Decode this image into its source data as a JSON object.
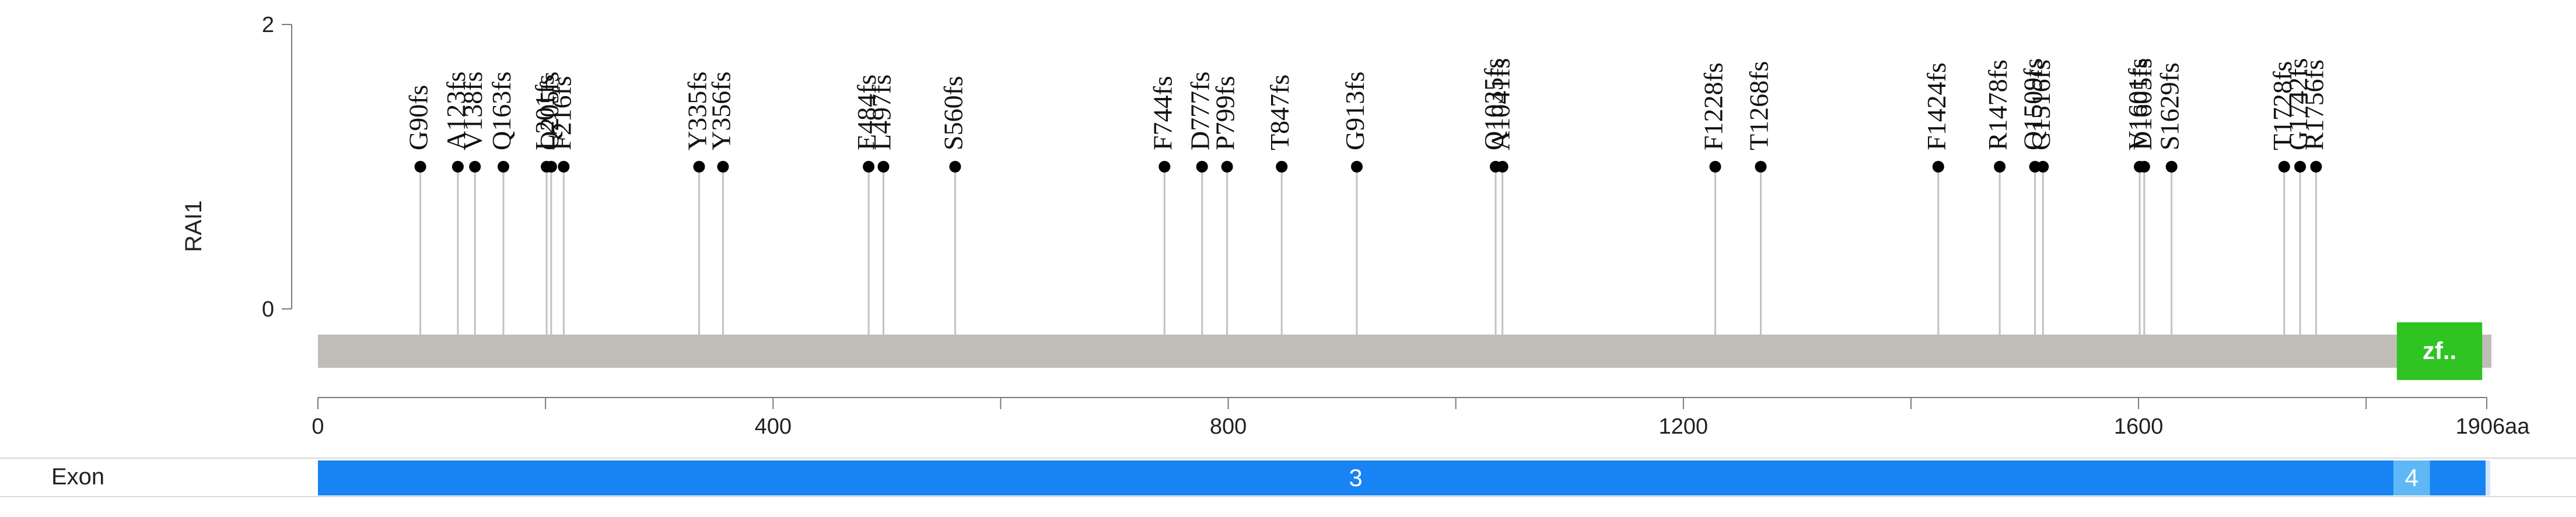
{
  "chart_data": {
    "type": "lollipop",
    "gene": "RAI1",
    "protein_length": 1906,
    "x_unit": "aa",
    "x_ticks": [
      0,
      400,
      800,
      1200,
      1600
    ],
    "x_end_label": "1906aa",
    "y_ticks": [
      0,
      2
    ],
    "ylim": [
      0,
      2
    ],
    "mutations": [
      {
        "label": "G90fs",
        "pos": 90,
        "count": 1
      },
      {
        "label": "A123fs",
        "pos": 123,
        "count": 1
      },
      {
        "label": "V138fs",
        "pos": 138,
        "count": 1
      },
      {
        "label": "Q163fs",
        "pos": 163,
        "count": 1
      },
      {
        "label": "L201fs",
        "pos": 201,
        "count": 1
      },
      {
        "label": "Q205fs",
        "pos": 205,
        "count": 1
      },
      {
        "label": "F216fs",
        "pos": 216,
        "count": 1
      },
      {
        "label": "Y335fs",
        "pos": 335,
        "count": 1
      },
      {
        "label": "Y356fs",
        "pos": 356,
        "count": 1
      },
      {
        "label": "E484fs",
        "pos": 484,
        "count": 1
      },
      {
        "label": "L497fs",
        "pos": 497,
        "count": 1
      },
      {
        "label": "S560fs",
        "pos": 560,
        "count": 1
      },
      {
        "label": "F744fs",
        "pos": 744,
        "count": 1
      },
      {
        "label": "D777fs",
        "pos": 777,
        "count": 1
      },
      {
        "label": "P799fs",
        "pos": 799,
        "count": 1
      },
      {
        "label": "T847fs",
        "pos": 847,
        "count": 1
      },
      {
        "label": "G913fs",
        "pos": 913,
        "count": 1
      },
      {
        "label": "Q1035fs",
        "pos": 1035,
        "count": 1
      },
      {
        "label": "A1041fs",
        "pos": 1041,
        "count": 1
      },
      {
        "label": "F1228fs",
        "pos": 1228,
        "count": 1
      },
      {
        "label": "T1268fs",
        "pos": 1268,
        "count": 1
      },
      {
        "label": "F1424fs",
        "pos": 1424,
        "count": 1
      },
      {
        "label": "R1478fs",
        "pos": 1478,
        "count": 1
      },
      {
        "label": "Q1509fs",
        "pos": 1509,
        "count": 1
      },
      {
        "label": "C1516fs",
        "pos": 1516,
        "count": 1
      },
      {
        "label": "V1601fs",
        "pos": 1601,
        "count": 1
      },
      {
        "label": "D1605fs",
        "pos": 1605,
        "count": 1
      },
      {
        "label": "S1629fs",
        "pos": 1629,
        "count": 1
      },
      {
        "label": "T1728fs",
        "pos": 1728,
        "count": 1
      },
      {
        "label": "G1742fs",
        "pos": 1742,
        "count": 1
      },
      {
        "label": "R1756fs",
        "pos": 1756,
        "count": 1
      }
    ],
    "domains": [
      {
        "label": "zf..",
        "start": 1827,
        "end": 1902,
        "color": "#2fc421"
      }
    ],
    "exon_track": {
      "label": "Exon",
      "exons": [
        {
          "label": "3",
          "start": 0,
          "end": 1824,
          "color": "#1883f2"
        },
        {
          "label": "4",
          "start": 1824,
          "end": 1856,
          "color": "#5fb8f5"
        },
        {
          "label": "",
          "start": 1856,
          "end": 1906,
          "color": "#1883f2"
        }
      ]
    },
    "colors": {
      "backbone": "#bebdb7",
      "stem": "#c2c2c2",
      "dot": "#000000",
      "axis": "#7a7a7a"
    }
  }
}
